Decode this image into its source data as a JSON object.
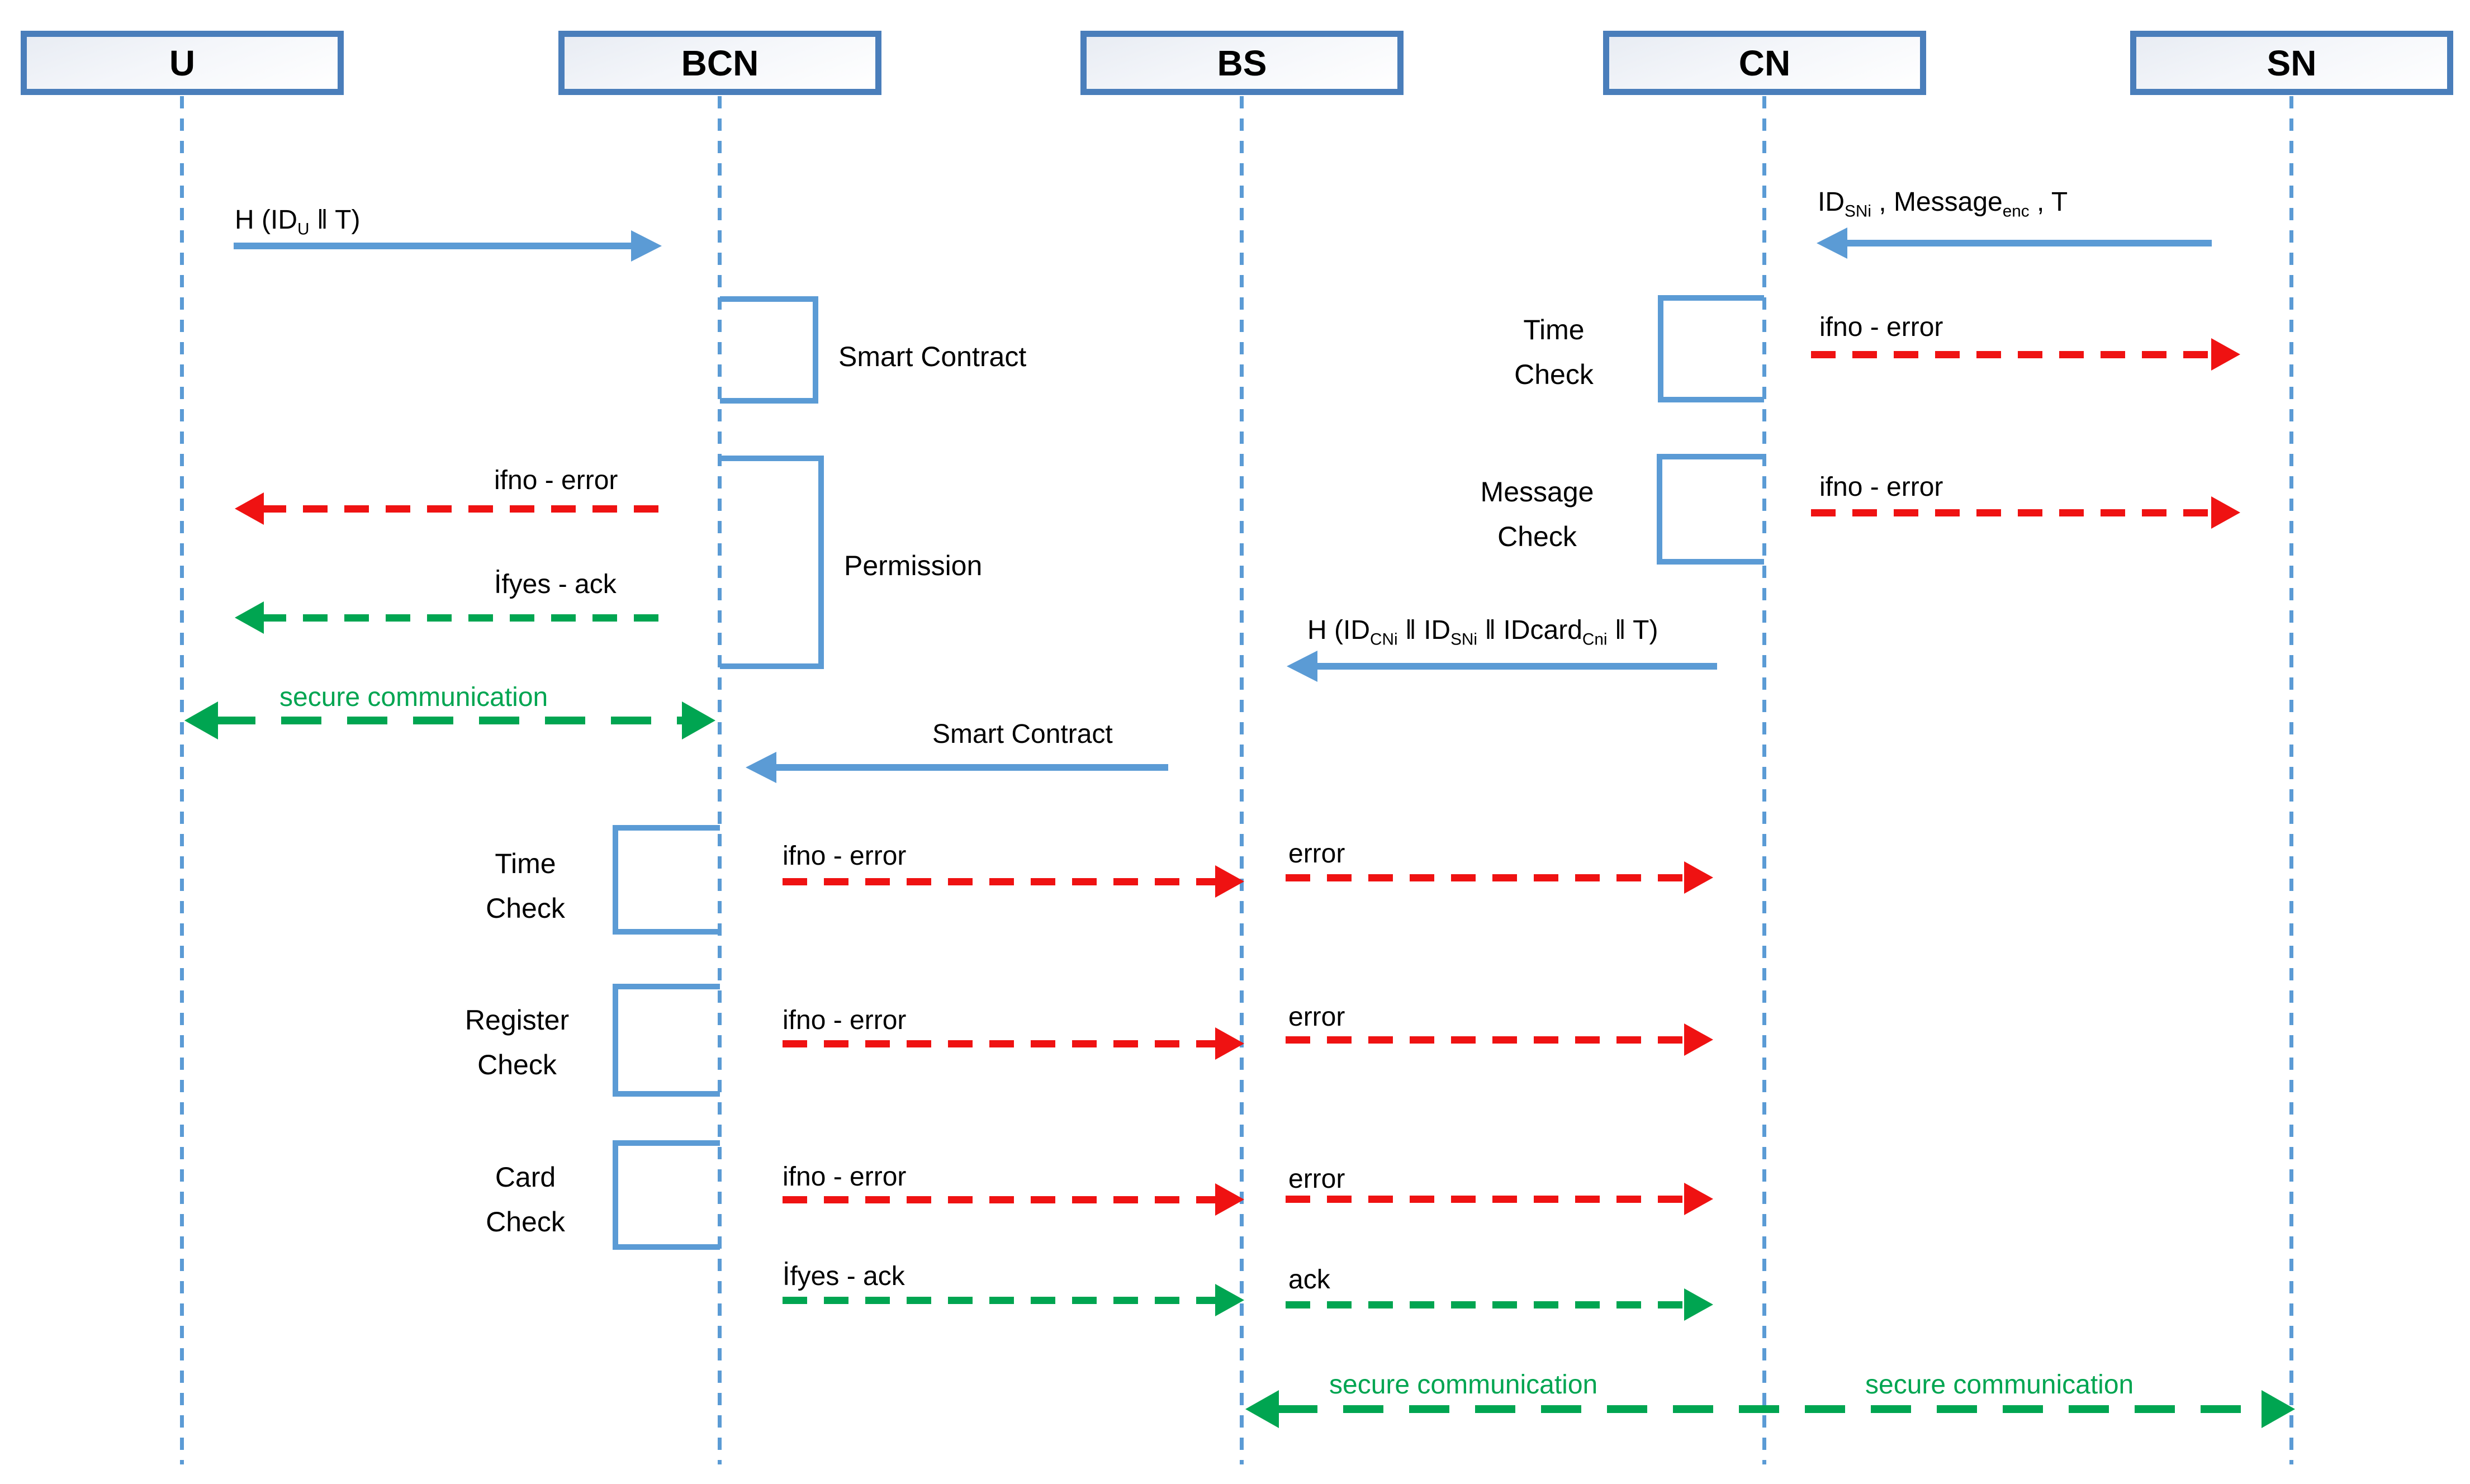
{
  "colors": {
    "blue": "#5b9bd5",
    "header_border": "#4a7ebb",
    "red": "#ef1212",
    "green": "#00a551",
    "text": "#000000"
  },
  "actors": [
    {
      "id": "u",
      "label": "U"
    },
    {
      "id": "bcn",
      "label": "BCN"
    },
    {
      "id": "bs",
      "label": "BS"
    },
    {
      "id": "cn",
      "label": "CN"
    },
    {
      "id": "sn",
      "label": "SN"
    }
  ],
  "activations": {
    "bcn_smart_contract": {
      "label": "Smart Contract"
    },
    "bcn_permission": {
      "label": "Permission"
    },
    "cn_time_check": {
      "line1": "Time",
      "line2": "Check"
    },
    "cn_message_check": {
      "line1": "Message",
      "line2": "Check"
    },
    "bcn_time_check": {
      "line1": "Time",
      "line2": "Check"
    },
    "bcn_register_check": {
      "line1": "Register",
      "line2": "Check"
    },
    "bcn_card_check": {
      "line1": "Card",
      "line2": "Check"
    }
  },
  "messages": {
    "u_bcn_hash": {
      "from": "U",
      "to": "BCN",
      "style": "solid-blue",
      "parts": [
        "H (ID",
        "U",
        " ǁ T)"
      ]
    },
    "sn_cn_id_message": {
      "from": "SN",
      "to": "CN",
      "style": "solid-blue",
      "parts": [
        "ID",
        "SNi",
        " , Message",
        "enc",
        " , T"
      ]
    },
    "cn_sn_ifno_error_1": {
      "from": "CN",
      "to": "SN",
      "style": "dashed-red",
      "label": "ifno - error"
    },
    "cn_sn_ifno_error_2": {
      "from": "CN",
      "to": "SN",
      "style": "dashed-red",
      "label": "ifno - error"
    },
    "bcn_u_ifno_error": {
      "from": "BCN",
      "to": "U",
      "style": "dashed-red",
      "label": "ifno - error"
    },
    "bcn_u_ifyes_ack": {
      "from": "BCN",
      "to": "U",
      "style": "dashed-green",
      "label": "İfyes - ack"
    },
    "u_bcn_secure": {
      "from": "U",
      "to": "BCN",
      "style": "dashed-green-double",
      "label": "secure communication"
    },
    "cn_bs_hash": {
      "from": "CN",
      "to": "BS",
      "style": "solid-blue",
      "parts": [
        "H (ID",
        "CNi",
        " ǁ ID",
        "SNi",
        " ǁ IDcard",
        "Cni",
        " ǁ T)"
      ]
    },
    "bs_bcn_smart_contract": {
      "from": "BS",
      "to": "BCN",
      "style": "solid-blue",
      "label": "Smart Contract"
    },
    "bcn_bs_ifno_error_time": {
      "from": "BCN",
      "to": "BS",
      "style": "dashed-red",
      "label": "ifno - error"
    },
    "bs_cn_error_time": {
      "from": "BS",
      "to": "CN",
      "style": "dashed-red",
      "label": "error"
    },
    "bcn_bs_ifno_error_register": {
      "from": "BCN",
      "to": "BS",
      "style": "dashed-red",
      "label": "ifno - error"
    },
    "bs_cn_error_register": {
      "from": "BS",
      "to": "CN",
      "style": "dashed-red",
      "label": "error"
    },
    "bcn_bs_ifno_error_card": {
      "from": "BCN",
      "to": "BS",
      "style": "dashed-red",
      "label": "ifno - error"
    },
    "bs_cn_error_card": {
      "from": "BS",
      "to": "CN",
      "style": "dashed-red",
      "label": "error"
    },
    "bcn_bs_ifyes_ack": {
      "from": "BCN",
      "to": "BS",
      "style": "dashed-green",
      "label": "İfyes - ack"
    },
    "bs_cn_ack": {
      "from": "BS",
      "to": "CN",
      "style": "dashed-green",
      "label": "ack"
    },
    "bs_cn_secure": {
      "from": "BS",
      "to": "CN",
      "style": "dashed-green-double",
      "label": "secure communication"
    },
    "cn_sn_secure": {
      "from": "CN",
      "to": "SN",
      "style": "dashed-green-double",
      "label": "secure communication"
    }
  }
}
